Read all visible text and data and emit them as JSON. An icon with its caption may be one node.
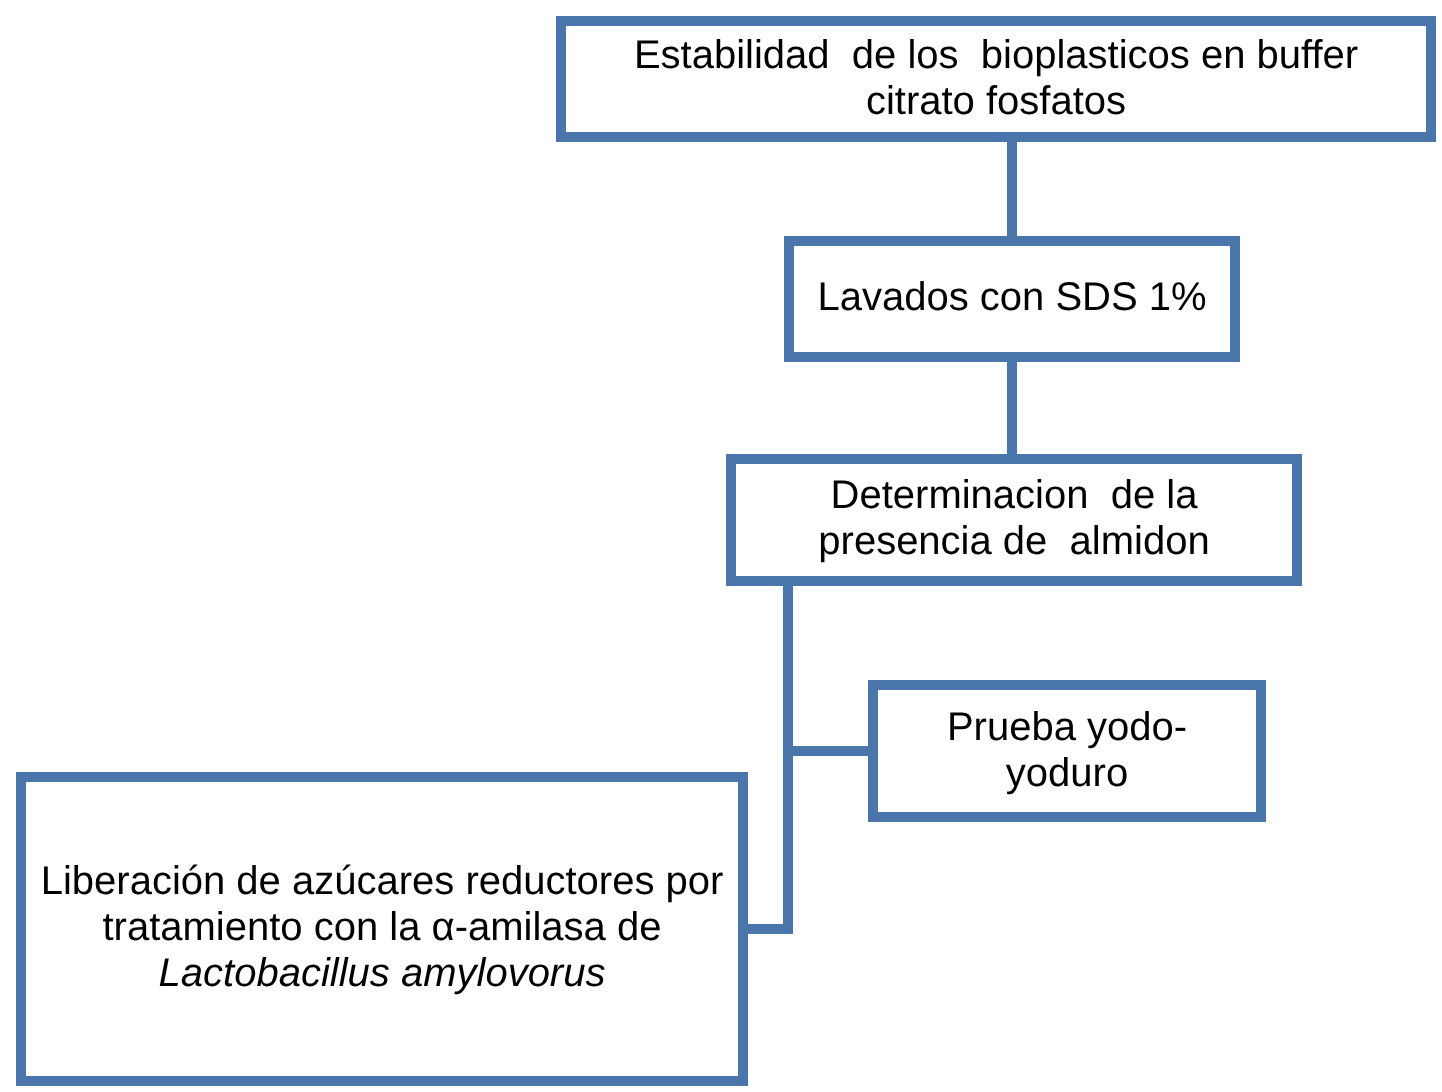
{
  "diagram": {
    "nodes": [
      {
        "text": [
          "Estabilidad  de los  bioplasticos en buffer citrato fosfatos"
        ]
      },
      {
        "text": [
          "Lavados con SDS 1%"
        ]
      },
      {
        "text": [
          "Determinacion  de la presencia de  almidon"
        ]
      },
      {
        "text": [
          "Prueba yodo-yoduro"
        ]
      },
      {
        "text": [
          "Liberación de azúcares reductores por tratamiento con la α-amilasa de *Lactobacillus amylovorus*"
        ]
      }
    ],
    "edges": [
      {
        "from": 0,
        "to": 1,
        "arrow": "none"
      },
      {
        "from": 1,
        "to": 2,
        "arrow": "none"
      },
      {
        "from": 2,
        "to": 3,
        "arrow": "none"
      },
      {
        "from": 2,
        "to": 4,
        "arrow": "none"
      }
    ]
  }
}
